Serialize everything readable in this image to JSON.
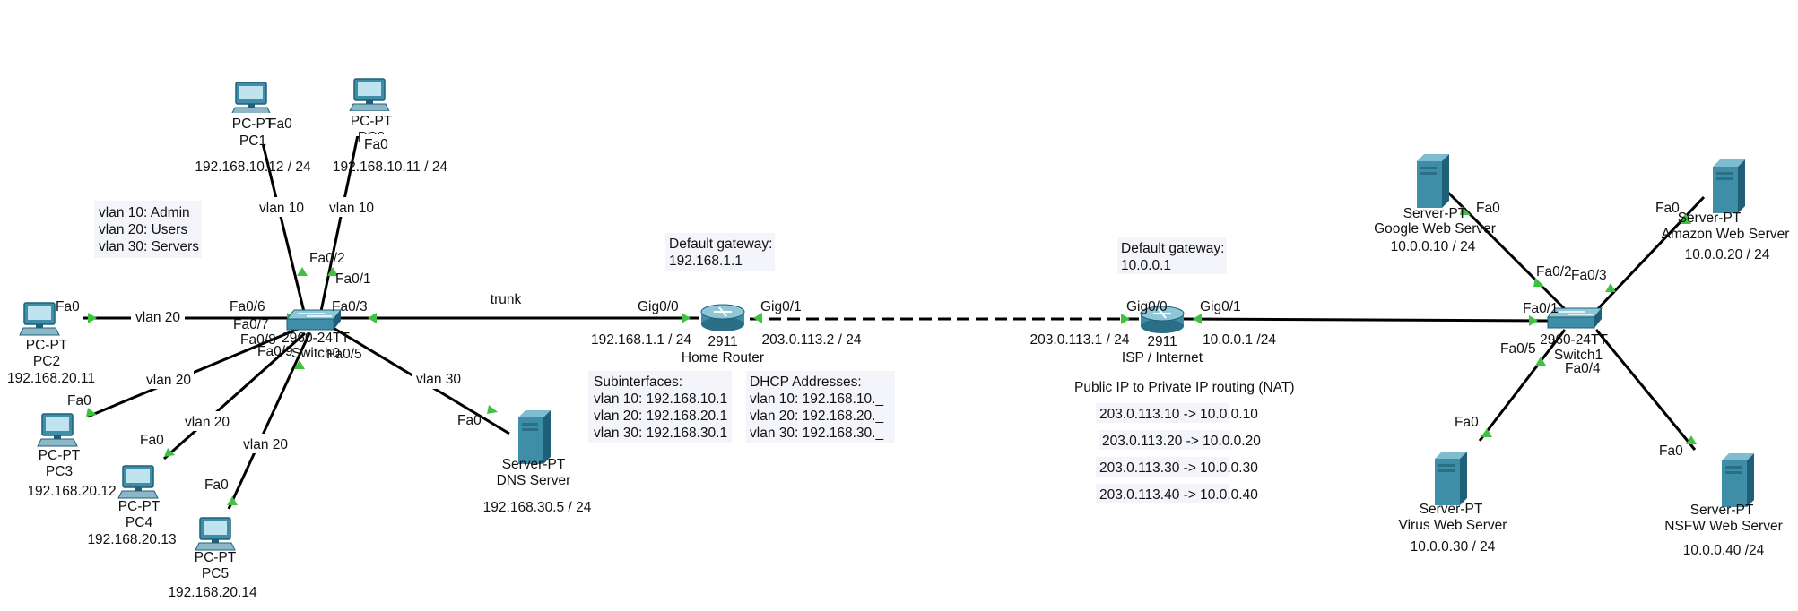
{
  "vlan_legend": [
    "vlan 10: Admin",
    "vlan 20: Users",
    "vlan 30: Servers"
  ],
  "devices": {
    "pc1": {
      "model": "PC-PT",
      "name": "PC1",
      "ip": "192.168.10.12 / 24",
      "port": "Fa0",
      "link_label": "vlan 10"
    },
    "pc0": {
      "model": "PC-PT",
      "name": "PC0",
      "ip": "192.168.10.11 / 24",
      "port": "Fa0",
      "link_label": "vlan 10"
    },
    "pc2": {
      "model": "PC-PT",
      "name": "PC2",
      "ip": "192.168.20.11",
      "port": "Fa0",
      "link_label": "vlan 20"
    },
    "pc3": {
      "model": "PC-PT",
      "name": "PC3",
      "ip": "192.168.20.12",
      "port": "Fa0",
      "link_label": "vlan 20"
    },
    "pc4": {
      "model": "PC-PT",
      "name": "PC4",
      "ip": "192.168.20.13",
      "port": "Fa0",
      "link_label": "vlan 20"
    },
    "pc5": {
      "model": "PC-PT",
      "name": "PC5",
      "ip": "192.168.20.14",
      "port": "Fa0",
      "link_label": "vlan 20"
    },
    "dns": {
      "model": "Server-PT",
      "name": "DNS Server",
      "ip": "192.168.30.5 / 24",
      "port": "Fa0",
      "link_label": "vlan 30"
    },
    "switch0": {
      "model": "2960-24TT",
      "name": "Switch0",
      "ports": [
        "Fa0/2",
        "Fa0/1",
        "Fa0/6",
        "Fa0/7",
        "Fa0/3",
        "Fa0/8",
        "Fa0/9",
        "Fa0/5"
      ]
    },
    "router": {
      "model": "2911",
      "name": "Home Router",
      "port_in": "Gig0/0",
      "port_out": "Gig0/1",
      "ip_in": "192.168.1.1 / 24",
      "ip_out": "203.0.113.2 / 24"
    },
    "isp": {
      "model": "2911",
      "name": "ISP / Internet",
      "port_in": "Gig0/0",
      "port_out": "Gig0/1",
      "ip_in": "203.0.113.1 / 24",
      "ip_out": "10.0.0.1 /24"
    },
    "switch1": {
      "model": "2960-24TT",
      "name": "Switch1",
      "ports": [
        "Fa0/2",
        "Fa0/3",
        "Fa0/1",
        "Fa0/5",
        "Fa0/4"
      ]
    },
    "google": {
      "model": "Server-PT",
      "name": "Google Web Server",
      "ip": "10.0.0.10 / 24",
      "port": "Fa0"
    },
    "amazon": {
      "model": "Server-PT",
      "name": "Amazon Web Server",
      "ip": "10.0.0.20 / 24",
      "port": "Fa0"
    },
    "virus": {
      "model": "Server-PT",
      "name": "Virus Web Server",
      "ip": "10.0.0.30 / 24",
      "port": "Fa0"
    },
    "nsfw": {
      "model": "Server-PT",
      "name": "NSFW Web Server",
      "ip": "10.0.0.40 /24",
      "port": "Fa0"
    }
  },
  "links": {
    "trunk_label": "trunk"
  },
  "notes": {
    "home_gateway": {
      "title": "Default gateway:",
      "value": "192.168.1.1"
    },
    "isp_gateway": {
      "title": "Default gateway:",
      "value": "10.0.0.1"
    },
    "subinterfaces": {
      "title": "Subinterfaces:",
      "lines": [
        "vlan 10: 192.168.10.1",
        "vlan 20: 192.168.20.1",
        "vlan 30: 192.168.30.1"
      ]
    },
    "dhcp": {
      "title": "DHCP Addresses:",
      "lines": [
        "vlan 10: 192.168.10._",
        "vlan 20: 192.168.20._",
        "vlan 30: 192.168.30._"
      ]
    },
    "nat": {
      "title": "Public IP to Private IP routing (NAT)",
      "lines": [
        "203.0.113.10 -> 10.0.0.10",
        "203.0.113.20 -> 10.0.0.20",
        "203.0.113.30 -> 10.0.0.30",
        "203.0.113.40 -> 10.0.0.40"
      ]
    }
  },
  "colors": {
    "device": "#3f8ea8",
    "device_dark": "#1f6078",
    "port_marker": "#3ec33e",
    "note_bg": "#f4f5fa"
  }
}
